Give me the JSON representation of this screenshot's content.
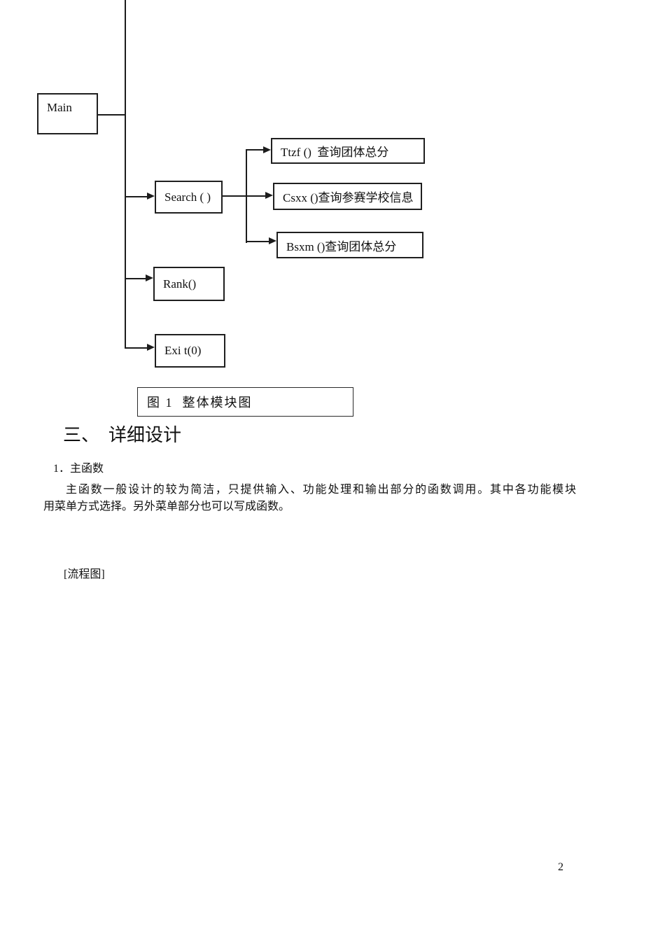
{
  "diagram": {
    "main": "Main",
    "search": "Search ( )",
    "ttzf": "Ttzf ()  查询团体总分",
    "csxx": "Csxx ()查询参赛学校信息",
    "bsxm": "Bsxm ()查询团体总分",
    "rank": "Rank()",
    "exit": "Exi t(0)",
    "caption": "图 1  整体模块图"
  },
  "section": {
    "heading_numeral": "三、",
    "heading_title": "详细设计",
    "item_label": "1．主函数",
    "para_line1": "主函数一般设计的较为简洁，只提供输入、功能处理和输出部分的函数调用。其中各功能模块",
    "para_line2": "用菜单方式选择。另外菜单部分也可以写成函数。",
    "flowchart_placeholder": "[流程图]"
  },
  "footer": {
    "page_number": "2"
  }
}
